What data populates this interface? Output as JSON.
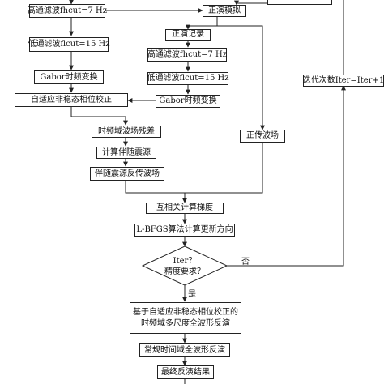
{
  "nodes": {
    "hp1": "高通滤波fhcut=7 Hz",
    "lp1": "低通滤波flcut=15 Hz",
    "gabor1": "Gabor时频变换",
    "adaptive": "自适应非稳态相位校正",
    "tf_residual": "时频域波场残差",
    "adjoint_src": "计算伴随震源",
    "adjoint_field": "伴随震源反传波场",
    "forward_model": "正演模拟",
    "fwd_record": "正演记录",
    "hp2": "高通滤波fhcut=7 Hz",
    "lp2": "低通滤波flcut=15 Hz",
    "gabor2": "Gabor时频变换",
    "fwd_field": "正传波场",
    "iter_update": "迭代次数Iter=Iter+1",
    "top_right_partial": "...",
    "gradient": "互相关计算梯度",
    "lbfgs": "L-BFGS算法计算更新方向",
    "decision_line1": "Iter？",
    "decision_line2": "精度要求？",
    "multiscale": "基于自适应非稳态相位校正的时频域多尺度全波形反演",
    "conventional": "常规时间域全波形反演",
    "final": "最终反演结果"
  },
  "edge_labels": {
    "no": "否",
    "yes": "是"
  }
}
